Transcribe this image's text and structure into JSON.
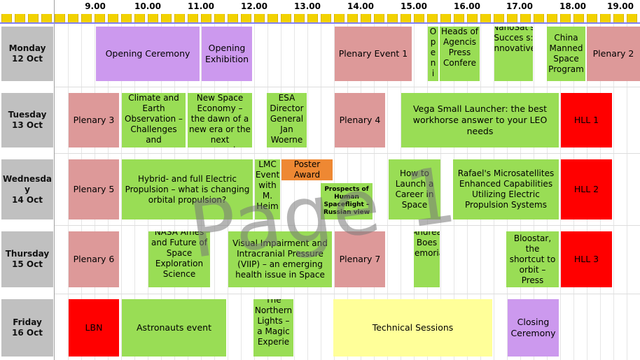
{
  "hours": [
    "9.00",
    "10.00",
    "11.00",
    "12.00",
    "13.00",
    "14.00",
    "15.00",
    "16.00",
    "17.00",
    "18.00",
    "19.00"
  ],
  "days": [
    {
      "label": "Monday\n12 Oct"
    },
    {
      "label": "Tuesday\n13 Oct"
    },
    {
      "label": "Wednesda\ny\n14 Oct"
    },
    {
      "label": "Thursday\n15 Oct"
    },
    {
      "label": "Friday\n16 Oct"
    }
  ],
  "events": {
    "monday": {
      "opening_ceremony": "Opening Ceremony",
      "opening_exhibition": "Opening Exhibition",
      "plenary_event_1": "Plenary Event 1",
      "openin": "Openin",
      "heads_of_agencies": "Heads of Agencis Press Confere",
      "nanosats": "NanoSat's Succes s: Innovative",
      "china_manned": "China Manned Space Program",
      "plenary_2": "Plenary 2"
    },
    "tuesday": {
      "plenary_3": "Plenary 3",
      "climate": "Climate and Earth Observation – Challenges and",
      "new_space": "New Space Economy – the dawn of a new era or the next economic",
      "esa_director": "ESA Director General Jan Woerne",
      "plenary_4": "Plenary 4",
      "vega": "Vega Small Launcher: the best workhorse answer to your LEO needs",
      "hll_1": "HLL 1"
    },
    "wednesday": {
      "plenary_5": "Plenary 5",
      "hybrid": "Hybrid- and full Electric Propulsion – what is changing orbital propulsion?",
      "lmc_event": "LMC Event with M. Heim",
      "poster_award": "Poster Award",
      "prospects": "Prospects of Human Spaceflight – Russian view",
      "launch_career": "How to Launch a Career in Space",
      "rafael": "Rafael's Microsatellites Enhanced Capabilities Utilizing Electric Propulsion Systems",
      "hll_2": "HLL 2"
    },
    "thursday": {
      "plenary_6": "Plenary 6",
      "nasa": "NASA Ames and Future of Space Exploration Science",
      "viip": "Visual Impairment and Intracranial Pressure (VIIP) – an emerging health issue in Space",
      "plenary_7": "Plenary 7",
      "andrea": "Andrea Boes Memorial",
      "bloostar": "Bloostar, the shortcut to orbit – Press",
      "hll_3": "HLL 3"
    },
    "friday": {
      "lbn": "LBN",
      "astronauts": "Astronauts event",
      "northern_lights": "The Northern Lights – a Magic Experie",
      "technical": "Technical Sessions",
      "closing": "Closing Ceremony"
    }
  },
  "watermark": "Page 1",
  "colors": {
    "violet": "#cc99ee",
    "pink": "#dd9999",
    "green": "#99dd55",
    "red": "#ff0000",
    "orange": "#ee8833",
    "yellow": "#ffff99",
    "strip": "#f2d200",
    "daylabel": "#c0c0c0"
  }
}
